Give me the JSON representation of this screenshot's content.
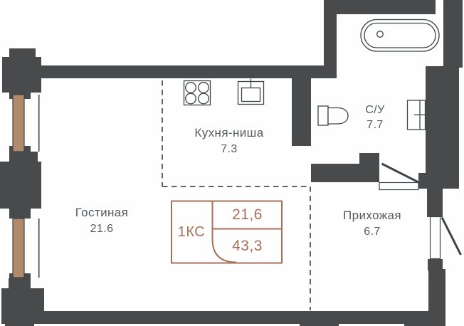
{
  "floor_plan": {
    "rooms": [
      {
        "name": "Гостиная",
        "area": "21.6"
      },
      {
        "name": "Кухня-ниша",
        "area": "7.3"
      },
      {
        "name": "С/У",
        "area": "7.7"
      },
      {
        "name": "Прихожая",
        "area": "6.7"
      }
    ],
    "info_box": {
      "type": "1КС",
      "room_area": "21,6",
      "total_area": "43,3"
    },
    "colors": {
      "wall": "#494a4c",
      "window_frame": "#b18a6c",
      "accent": "#a7705a",
      "label_text": "#565a5d",
      "dashed_line": "#5f6567",
      "background": "#fefefe"
    },
    "icons": [
      "stove-icon",
      "kitchen-sink-icon",
      "bathtub-icon",
      "toilet-icon",
      "washbasin-icon",
      "door-swing-icon"
    ]
  }
}
